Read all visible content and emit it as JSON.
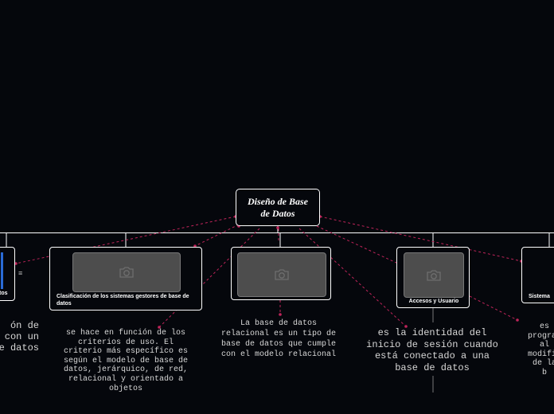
{
  "central": {
    "title": "Diseño de Base de Datos"
  },
  "topics": [
    {
      "label": "Clasificación de los sistemas gestores de base de datos",
      "description": [
        "se hace en función de los",
        "criterios de uso. El",
        "criterio más específico es",
        "según el modelo de base de",
        "datos, jerárquico, de red,",
        "relacional y orientado a",
        "objetos"
      ]
    },
    {
      "label": "",
      "description": [
        "La base de datos",
        "relacional es un tipo de",
        "base de datos que cumple",
        "con el modelo relacional"
      ]
    },
    {
      "label": "Accesos y Usuario",
      "description": [
        "es la identidad del",
        "inicio de sesión cuando",
        "está conectado a una",
        "base de datos"
      ]
    },
    {
      "label": "Sistema",
      "description": [
        "es",
        "program",
        "al",
        "modific",
        "de la",
        "b"
      ]
    },
    {
      "label": "tos",
      "description": [
        "ón de",
        "con un",
        "e datos"
      ]
    }
  ],
  "colors": {
    "background": "#05070c",
    "connector": "#ffffff",
    "relation": "#c0245a",
    "photo": "#4d4d4d"
  },
  "icons": [
    "camera-icon",
    "menu-icon"
  ]
}
